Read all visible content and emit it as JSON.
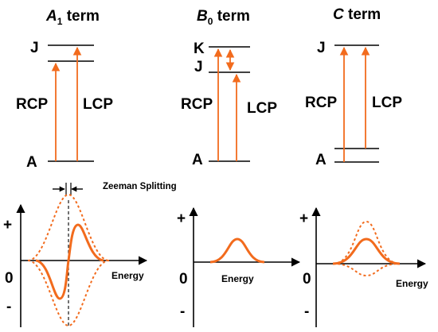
{
  "colors": {
    "accent": "#f26b1d",
    "ink": "#000000"
  },
  "panels": {
    "a1": {
      "title_sym": "A",
      "title_sub": "1",
      "title_rest": " term",
      "level_upper": "J",
      "level_lower": "A",
      "rcp": "RCP",
      "lcp": "LCP",
      "zeeman_label": "Zeeman Splitting",
      "plus": "+",
      "zero": "0",
      "minus": "-",
      "energy": "Energy"
    },
    "b0": {
      "title_sym": "B",
      "title_sub": "0",
      "title_rest": " term",
      "level_k": "K",
      "level_j": "J",
      "level_lower": "A",
      "rcp": "RCP",
      "lcp": "LCP",
      "plus": "+",
      "zero": "0",
      "minus": "-",
      "energy": "Energy"
    },
    "c": {
      "title_sym": "C",
      "title_rest": " term",
      "level_upper": "J",
      "level_lower": "A",
      "rcp": "RCP",
      "lcp": "LCP",
      "plus": "+",
      "zero": "0",
      "minus": "-",
      "energy": "Energy"
    }
  }
}
